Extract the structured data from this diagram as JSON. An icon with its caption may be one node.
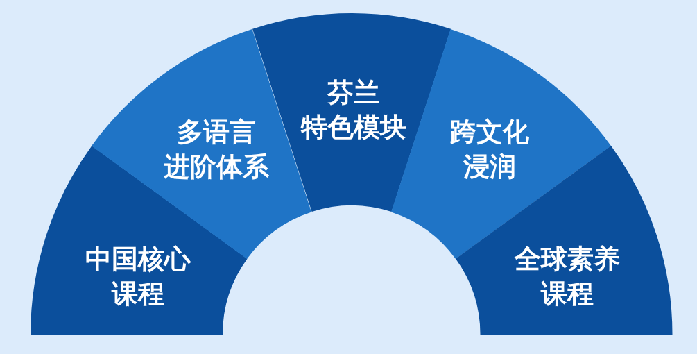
{
  "diagram": {
    "nodes": [
      {
        "text": [
          "中国核心课程"
        ]
      },
      {
        "text": [
          "多语言进阶体系"
        ]
      },
      {
        "text": [
          "芬兰特色模块"
        ]
      },
      {
        "text": [
          "跨文化浸润"
        ]
      },
      {
        "text": [
          "全球素养课程"
        ]
      }
    ]
  }
}
